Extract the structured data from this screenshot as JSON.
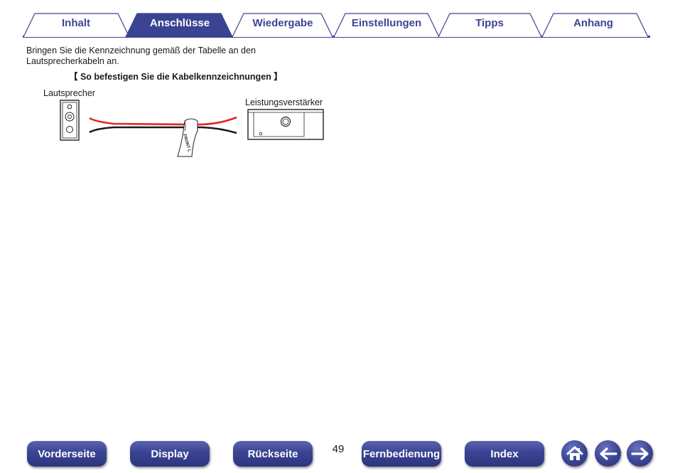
{
  "tabs": [
    {
      "label": "Inhalt",
      "active": false
    },
    {
      "label": "Anschlüsse",
      "active": true
    },
    {
      "label": "Wiedergabe",
      "active": false
    },
    {
      "label": "Einstellungen",
      "active": false
    },
    {
      "label": "Tipps",
      "active": false
    },
    {
      "label": "Anhang",
      "active": false
    }
  ],
  "content": {
    "intro": "Bringen Sie die Kennzeichnung gemäß der Tabelle an den Lautsprecherkabeln an.",
    "subheading": "【 So befestigen Sie die Kabelkennzeichnungen 】",
    "diagram": {
      "speaker_label": "Lautsprecher",
      "amplifier_label": "Leistungsverstärker",
      "tag_text": "FRONT L"
    }
  },
  "footer": {
    "buttons": [
      "Vorderseite",
      "Display",
      "Rückseite",
      "Fernbedienung",
      "Index"
    ],
    "page_number": "49",
    "icons": [
      "home-icon",
      "arrow-left-icon",
      "arrow-right-icon"
    ]
  },
  "colors": {
    "tab_blue": "#3d4591",
    "active_tab": "#3a4492",
    "wire_red": "#e8222a",
    "wire_black": "#1a1a1a"
  }
}
